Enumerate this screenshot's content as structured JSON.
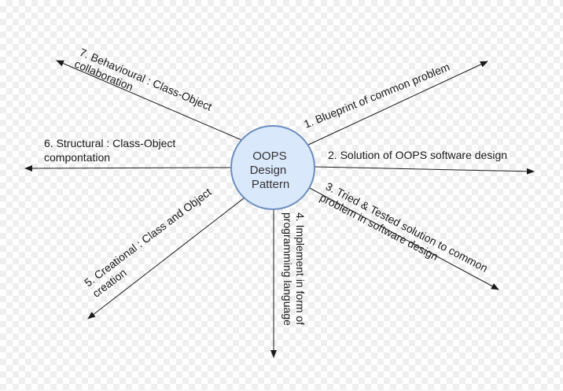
{
  "colors": {
    "node_fill": "#dae8fc",
    "node_stroke": "#6c8ebf",
    "edge": "#1a1a1a",
    "text": "#1a1a1a"
  },
  "center": {
    "lines": [
      "OOPS",
      "Design",
      "Pattern"
    ]
  },
  "branches": [
    {
      "id": "b1",
      "lines": [
        "1. Blueprint of common problem"
      ]
    },
    {
      "id": "b2",
      "lines": [
        "2. Solution of OOPS software design"
      ]
    },
    {
      "id": "b3",
      "lines": [
        "3. Tried & Tested solution to common",
        "problem in software design"
      ]
    },
    {
      "id": "b4",
      "lines": [
        "4. Implement in form of",
        "programming language"
      ]
    },
    {
      "id": "b5",
      "lines": [
        "5. Creational : Class and Object",
        "creation"
      ]
    },
    {
      "id": "b6",
      "lines": [
        "6. Structural : Class-Object",
        "compontation"
      ]
    },
    {
      "id": "b7",
      "lines": [
        "7. Behavioural : Class-Object",
        "collaboration"
      ]
    }
  ]
}
